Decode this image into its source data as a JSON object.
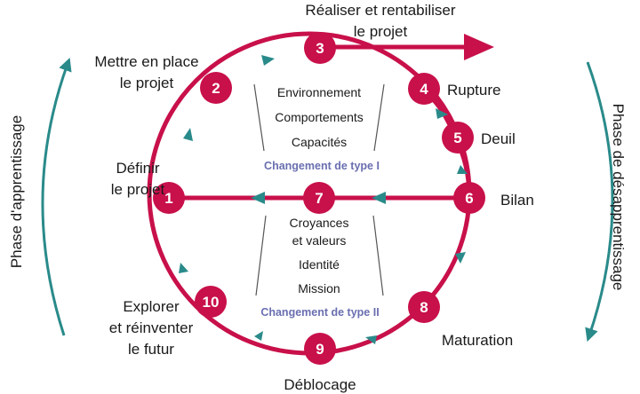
{
  "nodes": [
    {
      "num": "1",
      "label": [
        "Définir",
        "le projet"
      ]
    },
    {
      "num": "2",
      "label": [
        "Mettre en place",
        "le projet"
      ]
    },
    {
      "num": "3",
      "label": [
        "Réaliser et rentabiliser",
        "le projet"
      ]
    },
    {
      "num": "4",
      "label": [
        "Rupture"
      ]
    },
    {
      "num": "5",
      "label": [
        "Deuil"
      ]
    },
    {
      "num": "6",
      "label": [
        "Bilan"
      ]
    },
    {
      "num": "7",
      "label": []
    },
    {
      "num": "8",
      "label": [
        "Maturation"
      ]
    },
    {
      "num": "9",
      "label": [
        "Déblocage"
      ]
    },
    {
      "num": "10",
      "label": [
        "Explorer",
        "et réinventer",
        "le futur"
      ]
    }
  ],
  "upper_center": [
    "Environnement",
    "Comportements",
    "Capacités"
  ],
  "lower_center": [
    "Croyances",
    "et valeurs",
    "Identité",
    "Mission"
  ],
  "change_type_1": "Changement de type I",
  "change_type_2": "Changement de type II",
  "left_phase": "Phase d'apprentissage",
  "right_phase": "Phase de désapprentissage",
  "colors": {
    "accent": "#c8104a",
    "teal": "#2a8a8a",
    "change_text": "#6a6fb0"
  }
}
